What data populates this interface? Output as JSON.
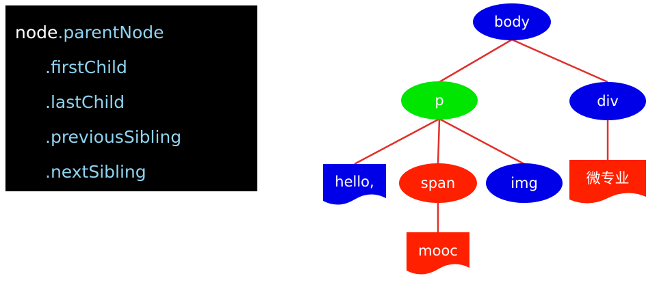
{
  "code_panel": {
    "object": "node",
    "lines": [
      ".parentNode",
      ".firstChild",
      ".lastChild",
      ".previousSibling",
      ".nextSibling"
    ]
  },
  "tree": {
    "nodes": {
      "body": "body",
      "p": "p",
      "div": "div",
      "hello": "hello,",
      "span": "span",
      "img": "img",
      "weizhuanye": "微专业",
      "mooc": "mooc"
    },
    "colors": {
      "element": "#0000e8",
      "highlight": "#00e600",
      "text_red": "#ff2000",
      "text_blue": "#0000e8",
      "edge": "#e0302a"
    }
  }
}
